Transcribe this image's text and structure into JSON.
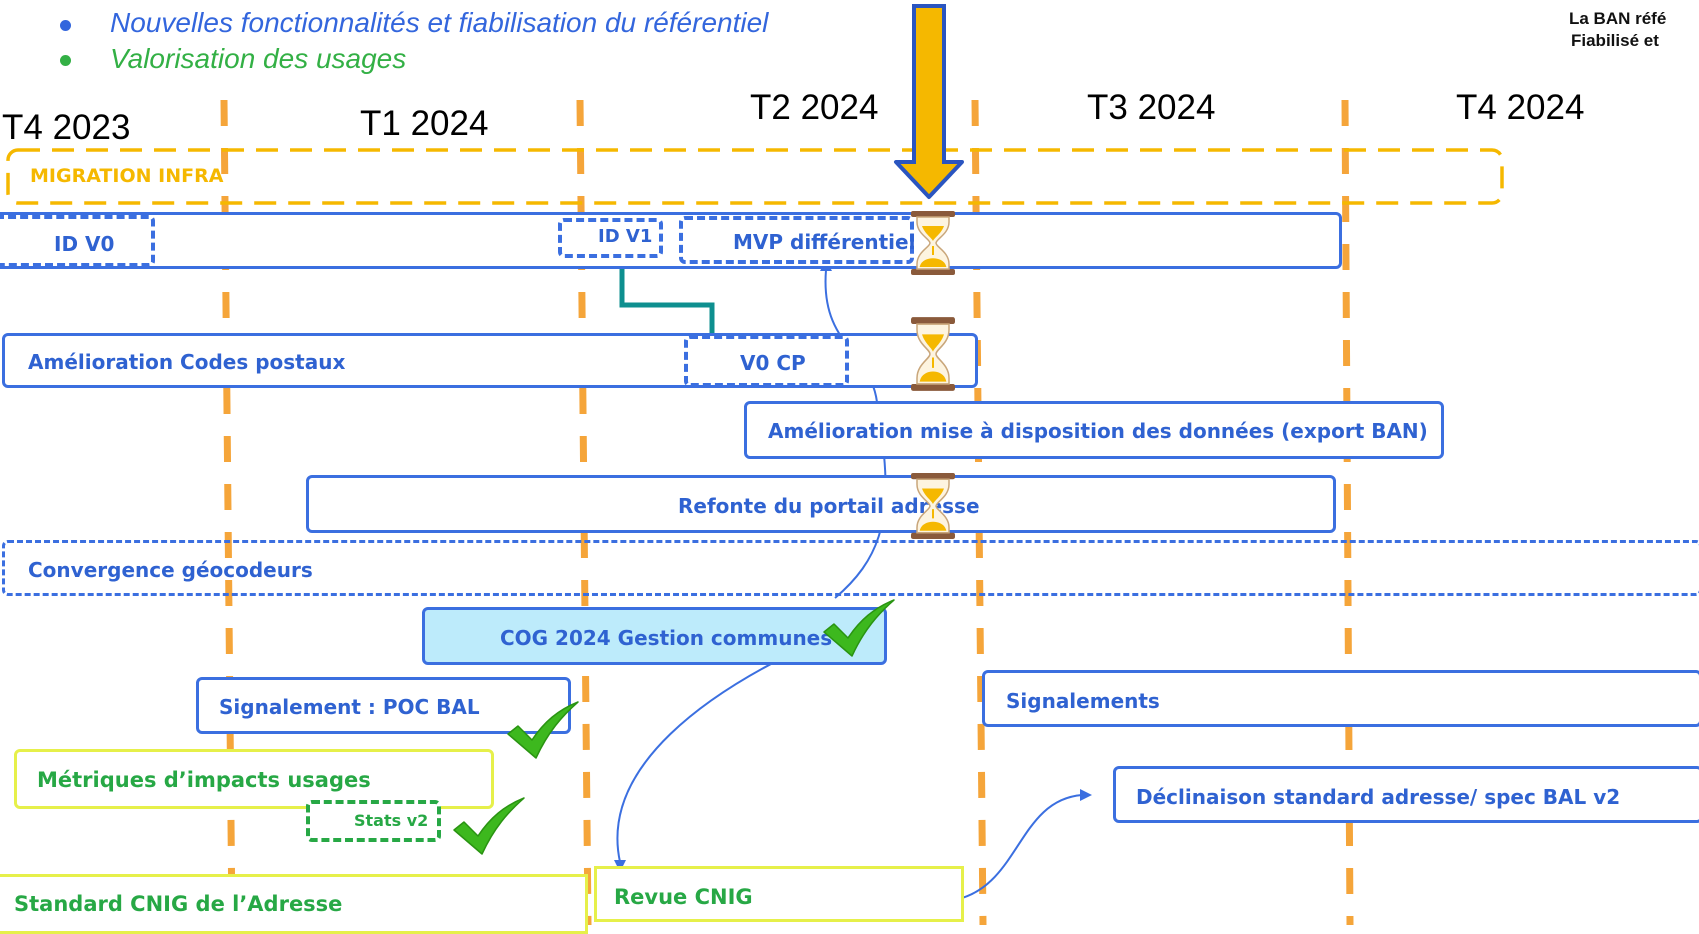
{
  "header": {
    "bullets": [
      {
        "text": "Nouvelles fonctionnalités et fiabilisation du référentiel",
        "color": "#3366dd"
      },
      {
        "text": "Valorisation des usages",
        "color": "#33b045"
      }
    ],
    "corner_text": [
      "La BAN réfé",
      "Fiabilisé et"
    ]
  },
  "quarters": [
    "T4 2023",
    "T1 2024",
    "T2 2024",
    "T3 2024",
    "T4 2024"
  ],
  "tracks": {
    "migration": "MIGRATION INFRA",
    "id_v0": "ID V0",
    "id_v1": "ID V1",
    "mvp": "MVP différentiel",
    "codes_postaux": "Amélioration Codes postaux",
    "v0_cp": "V0 CP",
    "export_ban": "Amélioration mise à disposition des données (export BAN)",
    "portail": "Refonte du portail adresse",
    "geocodeurs": "Convergence géocodeurs",
    "cog": "COG 2024 Gestion communes",
    "poc_bal": "Signalement : POC BAL",
    "signalements": "Signalements",
    "metriques": "Métriques d’impacts usages",
    "stats": "Stats v2",
    "declinaison": "Déclinaison standard adresse/ spec BAL v2",
    "standard_cnig": "Standard CNIG de l’Adresse",
    "revue_cnig": "Revue CNIG"
  },
  "colors": {
    "blue": "#3b6fe0",
    "orange": "#f5a53a",
    "gold": "#f5b800",
    "green": "#27a845",
    "yellow": "#e6f04a",
    "teal": "#0e8f8f",
    "cog_fill": "#bdebfb"
  }
}
